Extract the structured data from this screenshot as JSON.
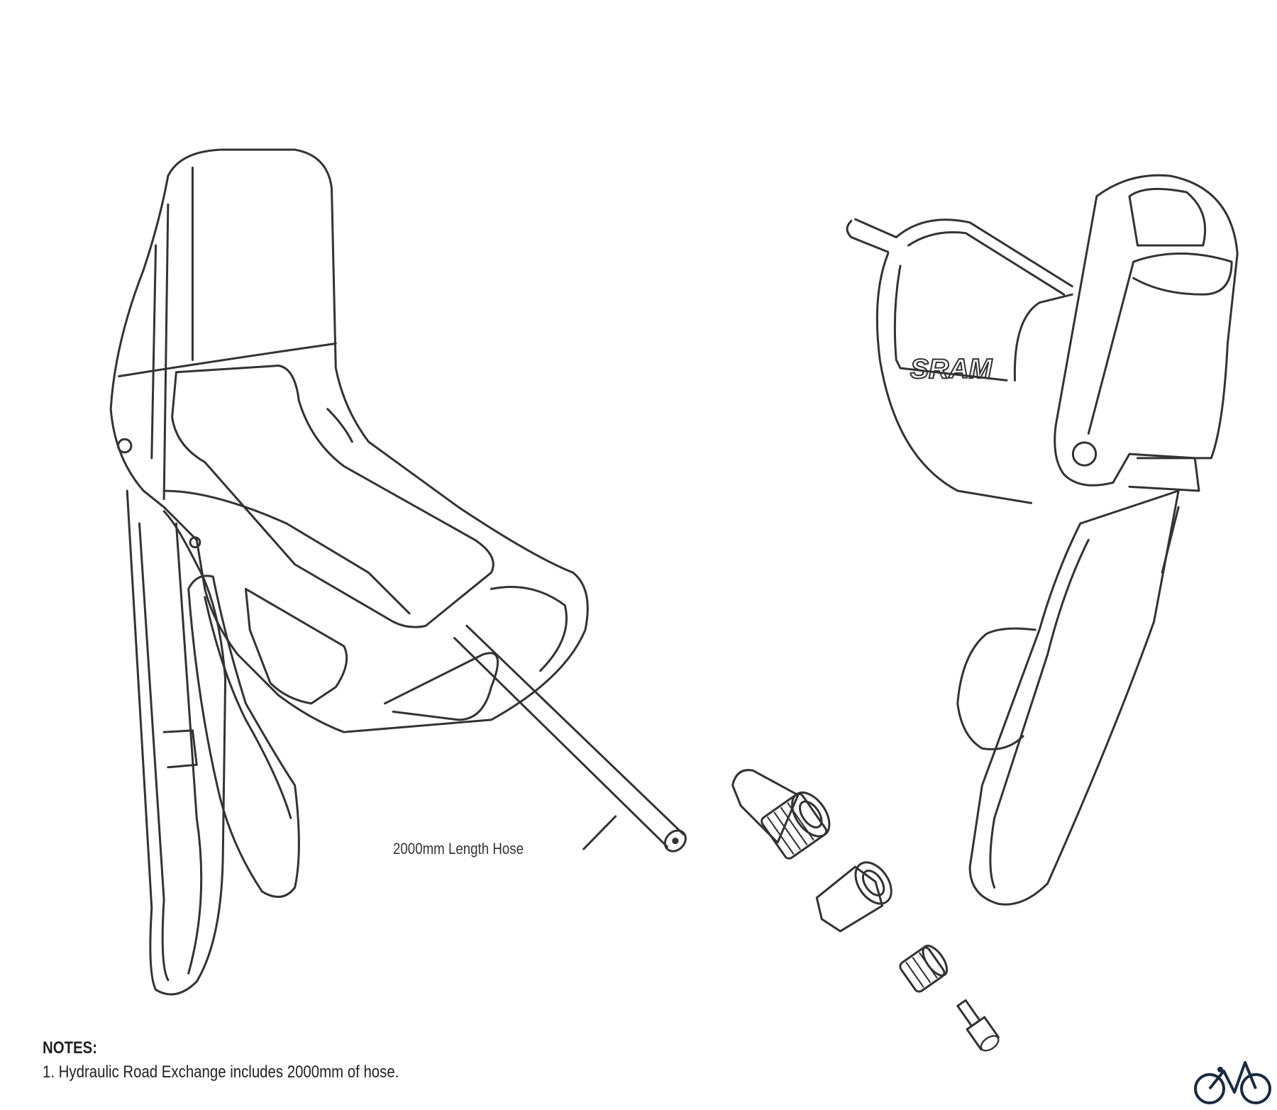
{
  "diagram": {
    "brand_logo_text": "SRAM",
    "hose_label": "2000mm Length Hose",
    "notes": {
      "title": "NOTES:",
      "items": [
        "1. Hydraulic Road Exchange includes 2000mm of hose."
      ]
    },
    "corner_icon": "bicycle-icon",
    "line_color": "#333333"
  }
}
